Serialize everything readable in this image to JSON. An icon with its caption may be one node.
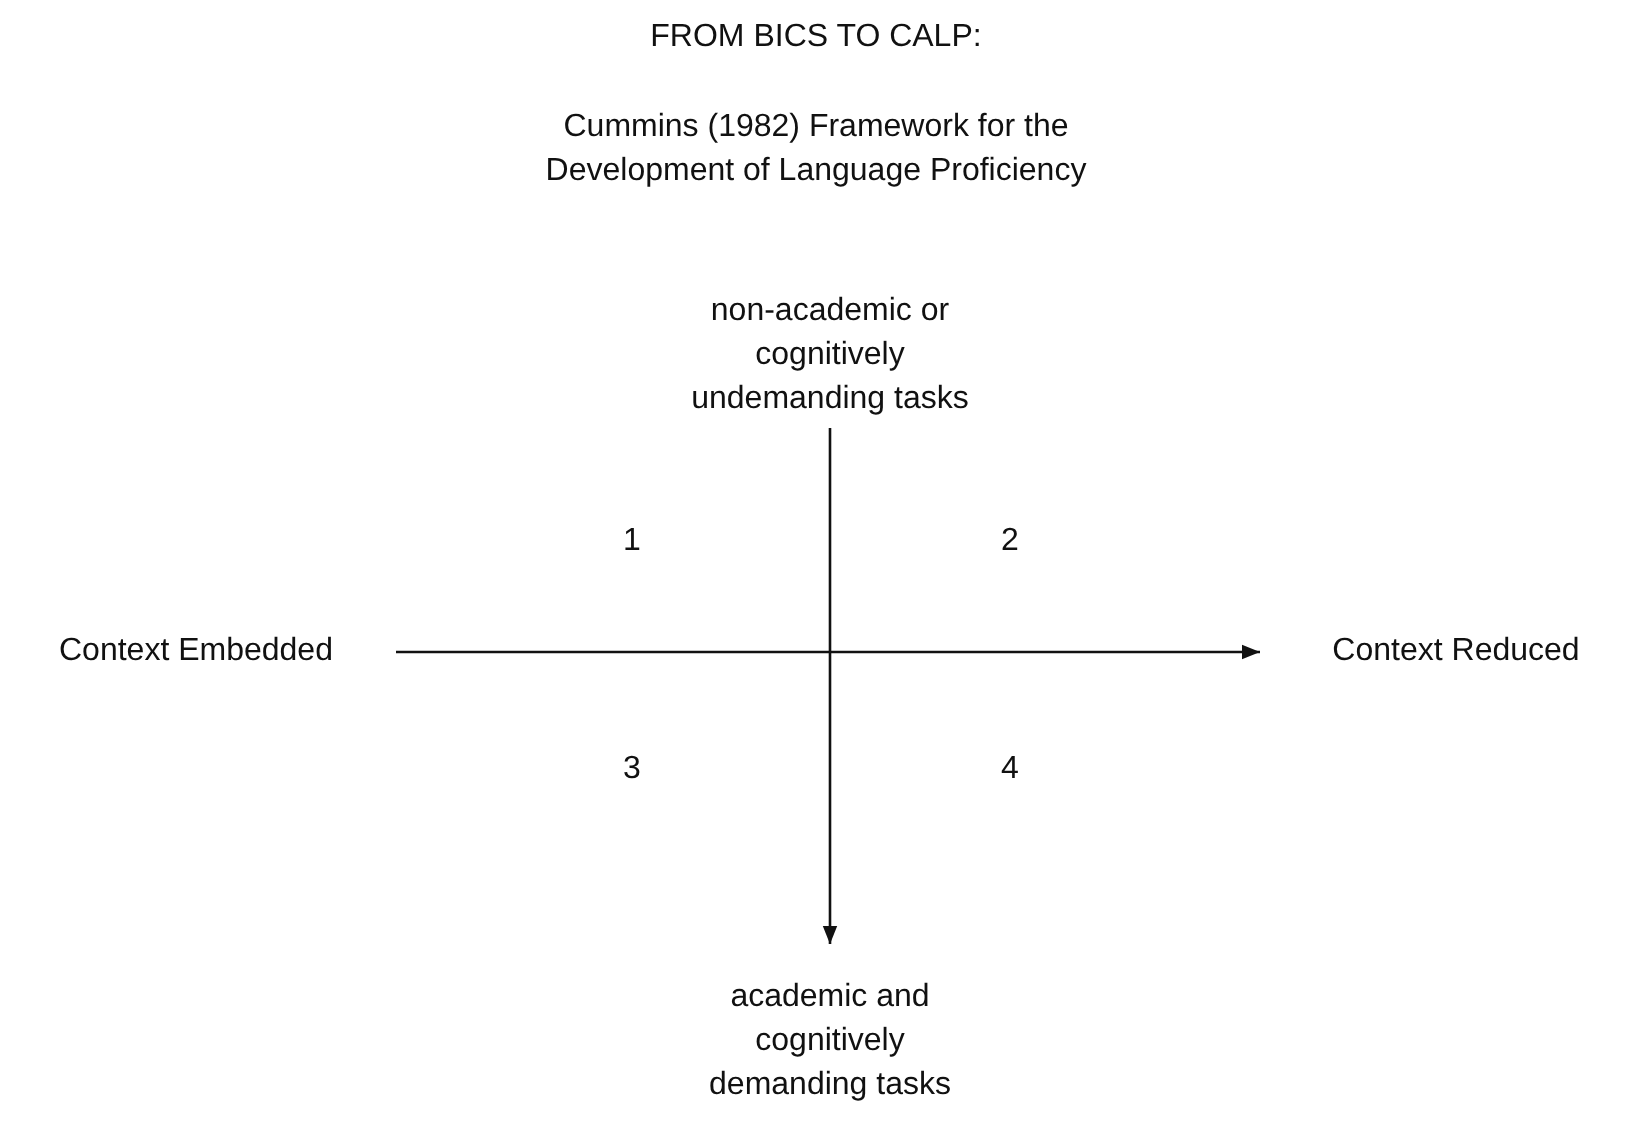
{
  "diagram": {
    "title": "FROM BICS TO CALP:",
    "nodes": [
      {
        "text": [
          "non-academic or cognitively undemanding tasks"
        ]
      },
      {
        "text": [
          "Context Embedded"
        ]
      },
      {
        "text": [
          "Context Reduced"
        ]
      },
      {
        "text": [
          "academic and cognitively demanding tasks"
        ]
      }
    ],
    "edges": [
      {
        "from": 1,
        "to": 2,
        "arrow": "to"
      },
      {
        "from": 0,
        "to": 3,
        "arrow": "to"
      }
    ],
    "labels": [
      "Cummins (1982) Framework for the Development of Language Proficiency",
      "1",
      "2",
      "3",
      "4"
    ]
  }
}
